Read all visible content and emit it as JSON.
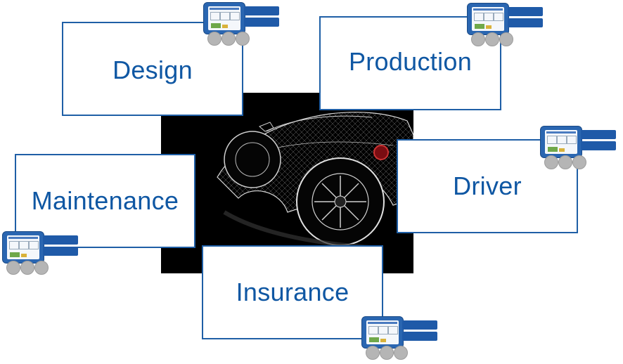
{
  "stages": {
    "design": "Design",
    "production": "Production",
    "maintenance": "Maintenance",
    "driver": "Driver",
    "insurance": "Insurance"
  },
  "center_image": "wireframe-car-icon",
  "device_icon": "telemetry-device-icon",
  "colors": {
    "border": "#1f5fa6",
    "label_text": "#0f57a3",
    "device_body": "#2a66b1",
    "photo_background": "#000000"
  }
}
